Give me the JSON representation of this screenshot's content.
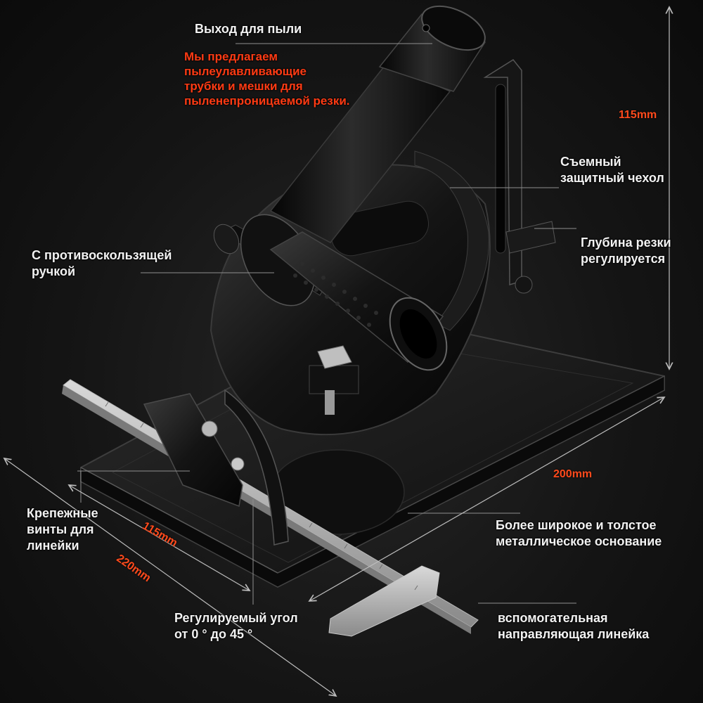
{
  "labels": {
    "dust_outlet": "Выход для пыли",
    "dust_offer": "Мы  предлагаем\nпылеулавливающие\nтрубки и мешки для\nпыленепроницаемой резки.",
    "guard": "Съемный\nзащитный чехол",
    "handle": "С противоскользящей\nручкой",
    "depth": "Глубина резки\nрегулируется",
    "screws": "Крепежные\nвинты для\nлинейки",
    "base": "Более широкое и толстое\nметаллическое основание",
    "angle": "Регулируемый угол\nот 0 ° до 45 °",
    "ruler": "вспомогательная\nнаправляющая линейка"
  },
  "dimensions": {
    "height": "115mm",
    "length": "200mm",
    "width_inner": "115mm",
    "width_outer": "220mm"
  },
  "colors": {
    "background": "#151515",
    "label_text": "#f2f2f2",
    "accent": "#ff4a1c",
    "leader_line": "#9a9a9a"
  }
}
